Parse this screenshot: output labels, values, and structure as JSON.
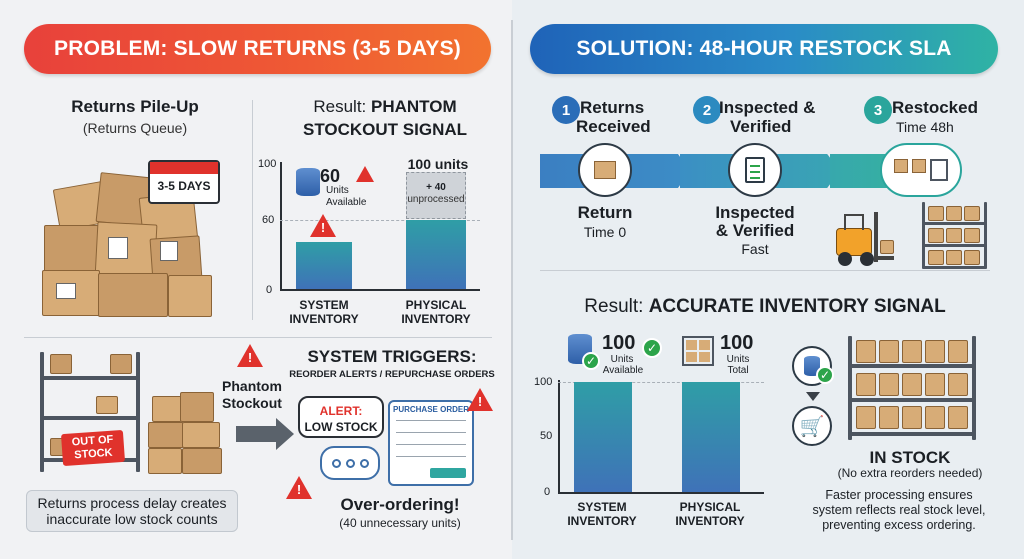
{
  "left": {
    "header": "PROBLEM: SLOW RETURNS (3-5 DAYS)",
    "pileup_title": "Returns Pile-Up",
    "pileup_sub": "(Returns Queue)",
    "calendar_label": "3-5 DAYS",
    "result_prefix": "Result: ",
    "result_strong_1": "PHANTOM",
    "result_strong_2": "STOCKOUT SIGNAL",
    "chart": {
      "y_ticks": [
        "100",
        "60",
        "0"
      ],
      "system_value_label": "60",
      "system_value_sub": "Units Available",
      "physical_value_label": "100 units",
      "unprocessed_label": "+ 40",
      "unprocessed_sub": "unprocessed",
      "cat_system_1": "SYSTEM",
      "cat_system_2": "INVENTORY",
      "cat_physical_1": "PHYSICAL",
      "cat_physical_2": "INVENTORY"
    },
    "out_of_stock": "OUT OF STOCK",
    "phantom_1": "Phantom",
    "phantom_2": "Stockout",
    "triggers_title": "SYSTEM TRIGGERS:",
    "triggers_sub": "REORDER ALERTS / REPURCHASE ORDERS",
    "alert_1": "ALERT:",
    "alert_2": "LOW STOCK",
    "purchase_order": "PURCHASE ORDER",
    "delay_note_1": "Returns process delay creates",
    "delay_note_2": "inaccurate low stock counts",
    "overorder_title": "Over-ordering!",
    "overorder_sub": "(40 unnecessary units)"
  },
  "right": {
    "header": "SOLUTION: 48-HOUR RESTOCK SLA",
    "steps": [
      {
        "num": "1",
        "title_1": "Returns",
        "title_2": "Received",
        "caption_1": "Return",
        "caption_2": "Time 0"
      },
      {
        "num": "2",
        "title_1": "Inspected &",
        "title_2": "Verified",
        "caption_1": "Inspected",
        "caption_2": "& Verified",
        "caption_3": "Fast"
      },
      {
        "num": "3",
        "title_1": "Restocked",
        "title_2": "Time 48h"
      }
    ],
    "result_prefix": "Result: ",
    "result_strong": "ACCURATE INVENTORY SIGNAL",
    "chart": {
      "y_ticks": [
        "100",
        "50",
        "0"
      ],
      "system_value_label": "100",
      "system_value_sub_1": "Units",
      "system_value_sub_2": "Available",
      "physical_value_label": "100",
      "physical_value_sub_1": "Units",
      "physical_value_sub_2": "Total",
      "cat_system_1": "SYSTEM",
      "cat_system_2": "INVENTORY",
      "cat_physical_1": "PHYSICAL",
      "cat_physical_2": "INVENTORY"
    },
    "in_stock": "IN STOCK",
    "in_stock_sub": "(No extra reorders needed)",
    "faster_1": "Faster processing ensures",
    "faster_2": "system reflects real stock level,",
    "faster_3": "preventing excess ordering."
  },
  "colors": {
    "problem_red": "#e8413b",
    "solution_blue": "#1f63b8",
    "bar_teal": "#2f9ea6",
    "alert_red": "#e0322c",
    "ok_green": "#2ca44a",
    "box_brown": "#c89b68"
  },
  "icons": [
    "calendar-icon",
    "warning-icon",
    "database-icon",
    "check-icon",
    "hand-box-icon",
    "clipboard-icon",
    "forklift-icon",
    "cart-icon",
    "chat-bubble-icon",
    "arrow-right-icon"
  ]
}
